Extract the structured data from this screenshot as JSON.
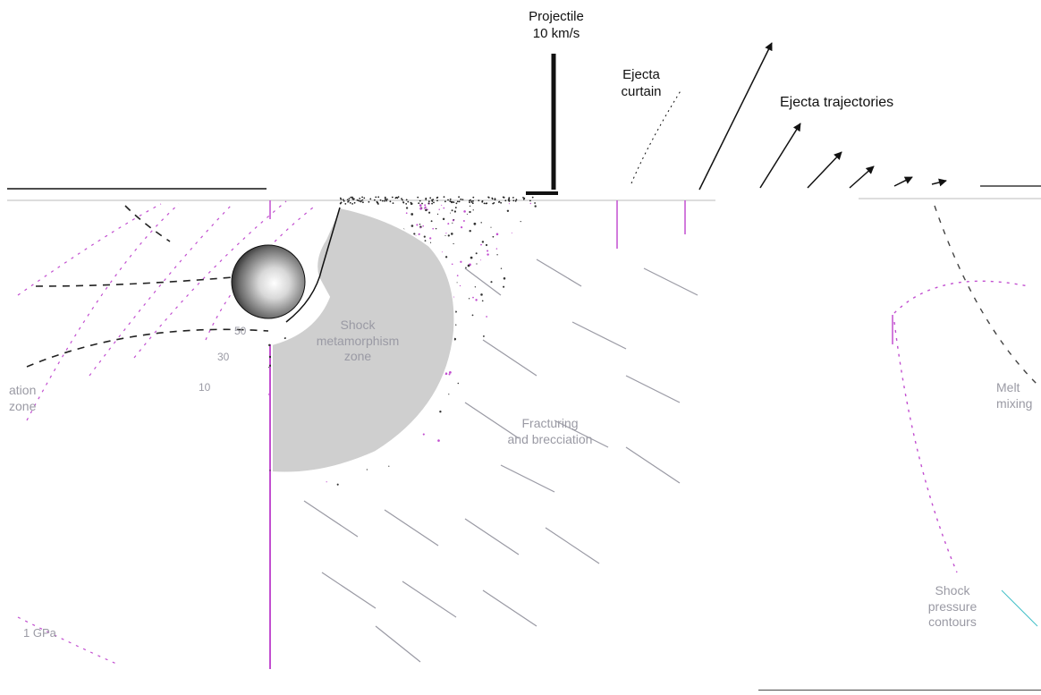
{
  "projectile": {
    "label_line1": "Projectile",
    "label_line2": "10 km/s"
  },
  "ejecta_curtain": {
    "line1": "Ejecta",
    "line2": "curtain"
  },
  "ejecta_trajectories": "Ejecta trajectories",
  "shock_zone": {
    "line1": "Shock",
    "line2": "metamorphism",
    "line3": "zone"
  },
  "fracturing_zone": {
    "line1": "Fracturing",
    "line2": "and brecciation"
  },
  "pressure_labels": {
    "p1": "50",
    "p2": "30",
    "p3": "10",
    "p4": "1 GPa"
  },
  "left_edge_text": {
    "line1": "ation",
    "line2": "zone"
  },
  "right_edge_text": {
    "line1": "Melt",
    "line2": "mixing"
  },
  "shock_pressure_contours": {
    "line1": "Shock",
    "line2": "pressure",
    "line3": "contours"
  },
  "colors": {
    "ink": "#111111",
    "shock_zone_fill": "#cfcfcf",
    "contour": "#c24fd0",
    "faint": "#9a9aa4"
  }
}
